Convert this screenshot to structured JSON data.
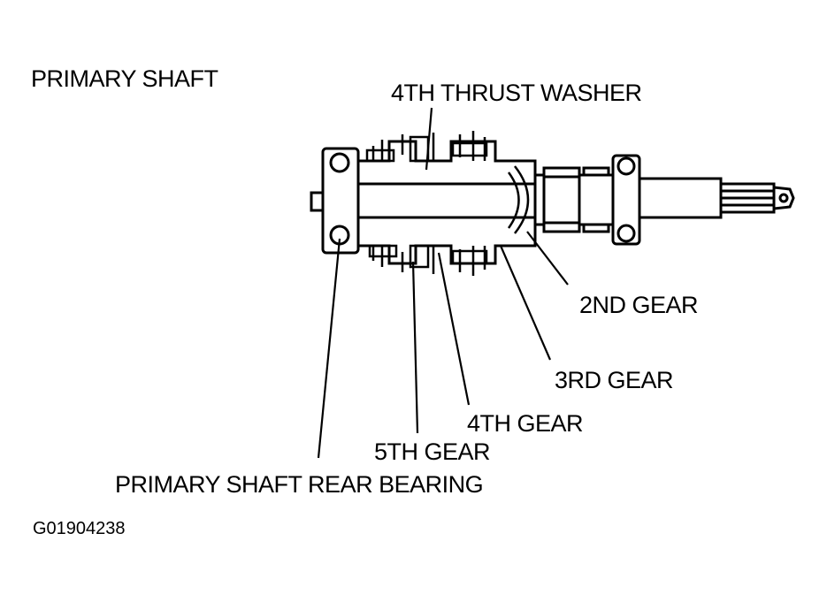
{
  "title": "PRIMARY SHAFT",
  "labels": {
    "thrust_washer_4th": "4TH THRUST WASHER",
    "gear_2nd": "2ND GEAR",
    "gear_3rd": "3RD GEAR",
    "gear_4th": "4TH GEAR",
    "gear_5th": "5TH GEAR",
    "rear_bearing": "PRIMARY SHAFT REAR BEARING"
  },
  "figure_id": "G01904238"
}
